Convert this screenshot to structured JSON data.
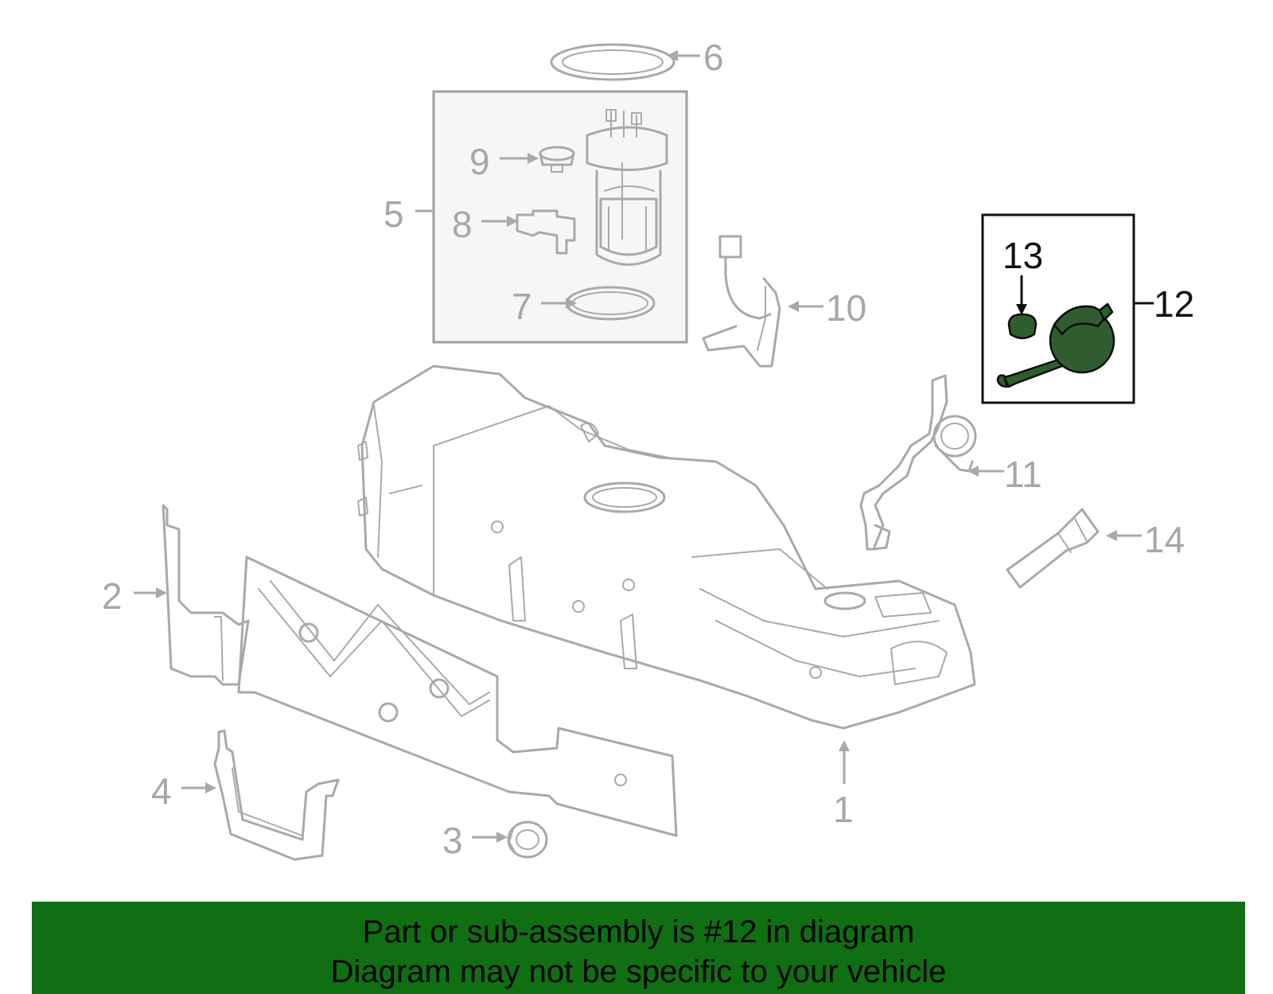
{
  "callouts": {
    "c1": "1",
    "c2": "2",
    "c3": "3",
    "c4": "4",
    "c5": "5",
    "c6": "6",
    "c7": "7",
    "c8": "8",
    "c9": "9",
    "c10": "10",
    "c11": "11",
    "c12": "12",
    "c13": "13",
    "c14": "14"
  },
  "footer": {
    "line1": "Part or sub-assembly is #12 in diagram",
    "line2": "Diagram may not be specific to your vehicle"
  },
  "colors": {
    "banner": "#0f6f12",
    "part_highlight": "#2f5d2f",
    "line_art": "#a9a9a9"
  }
}
